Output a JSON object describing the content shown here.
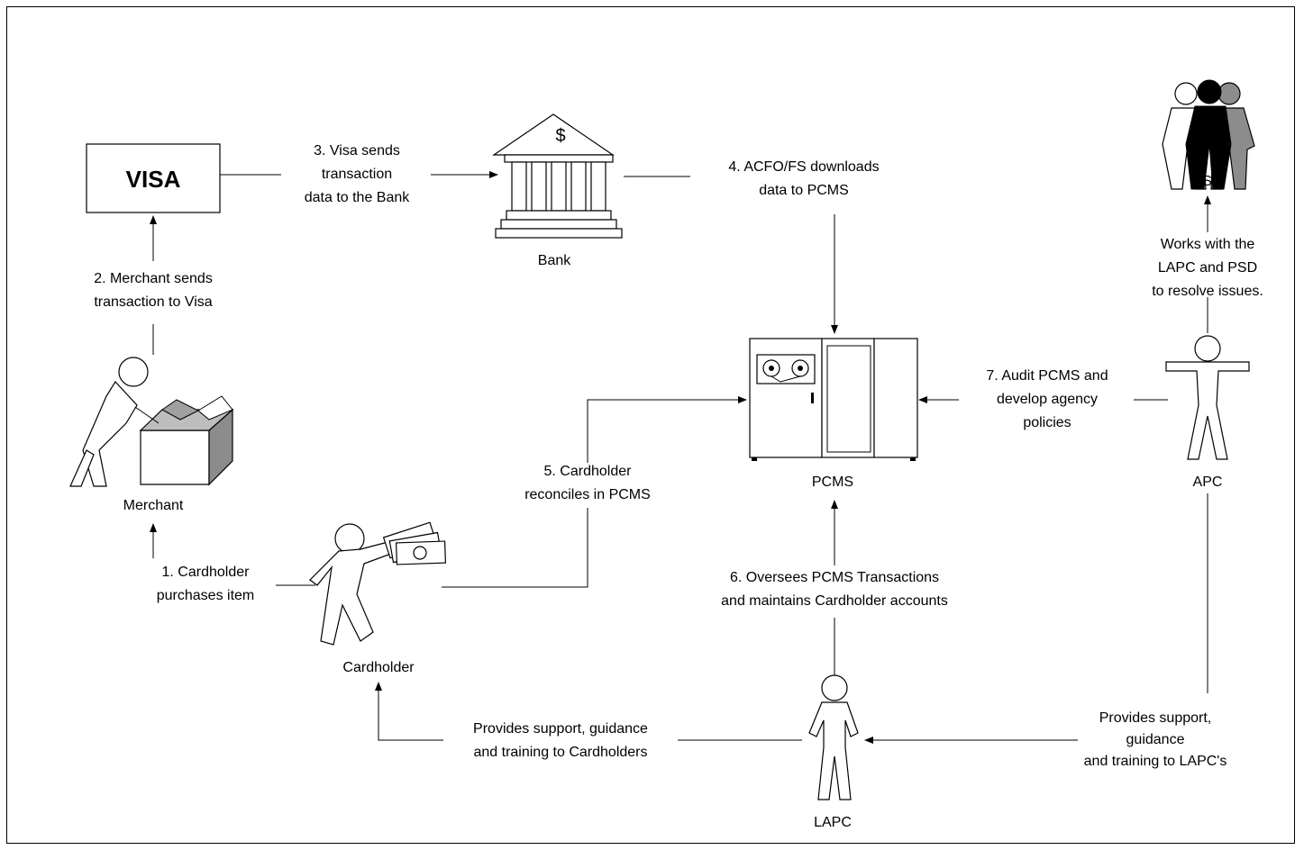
{
  "nodes": {
    "visa": "VISA",
    "bank": "Bank",
    "bank_symbol": "$",
    "merchant": "Merchant",
    "cardholder": "Cardholder",
    "pcms": "PCMS",
    "psd": "PSD",
    "apc": "APC",
    "lapc": "LAPC"
  },
  "steps": {
    "s1": [
      "1.  Cardholder",
      "purchases item"
    ],
    "s2": [
      "2.  Merchant sends",
      "transaction to Visa"
    ],
    "s3": [
      "3.  Visa sends",
      "transaction",
      "data to the Bank"
    ],
    "s4": [
      "4.  ACFO/FS downloads",
      "data to PCMS"
    ],
    "s5": [
      "5.  Cardholder",
      "reconciles in PCMS"
    ],
    "s6": [
      "6.  Oversees PCMS Transactions",
      "and maintains Cardholder accounts"
    ],
    "s7": [
      "7.  Audit PCMS and",
      "develop agency",
      "policies"
    ],
    "psd_note": [
      "Works with the",
      "LAPC and PSD",
      "to resolve issues."
    ],
    "lapc_support": [
      "Provides support, guidance",
      "and training to Cardholders"
    ],
    "apc_support": [
      "Provides support,",
      "guidance",
      "and training to LAPC's"
    ]
  }
}
